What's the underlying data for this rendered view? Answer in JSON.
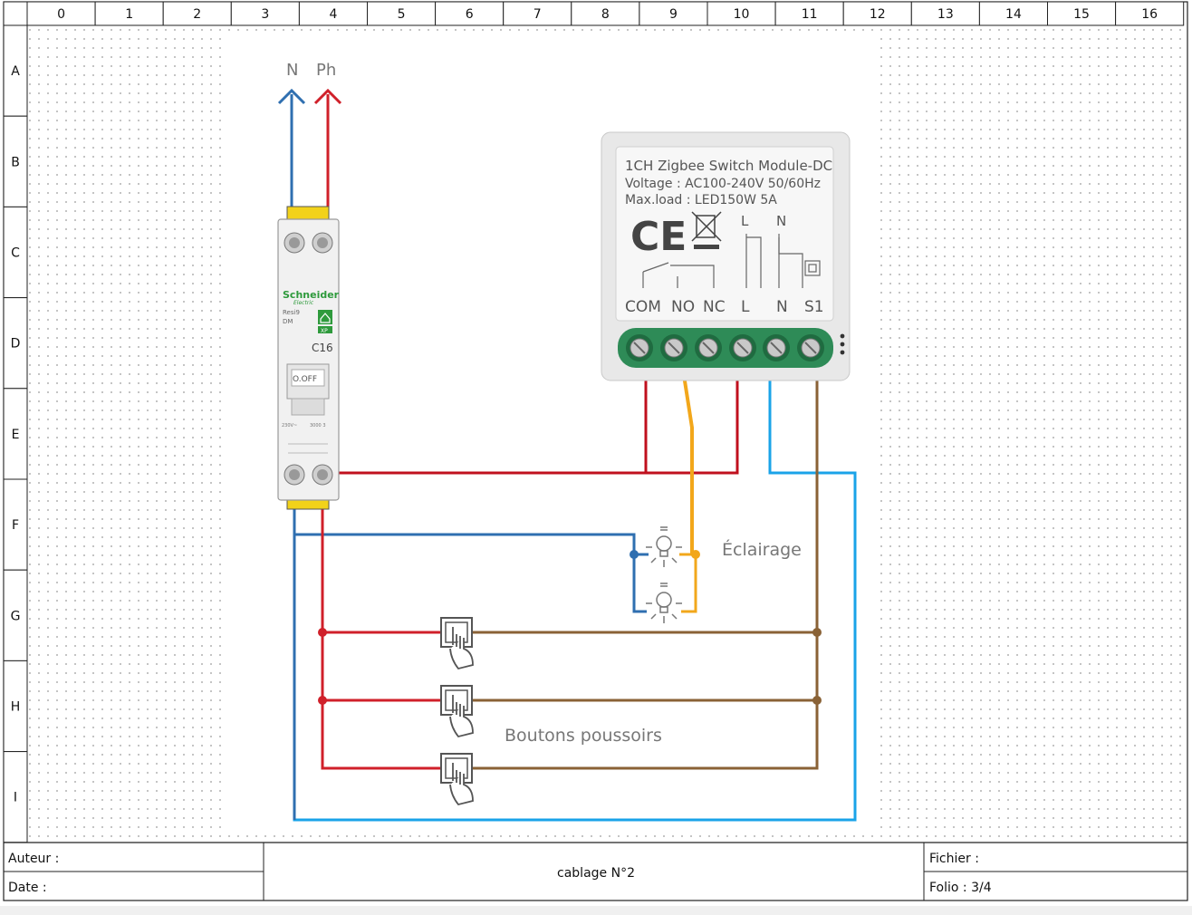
{
  "grid": {
    "columns": [
      "0",
      "1",
      "2",
      "3",
      "4",
      "5",
      "6",
      "7",
      "8",
      "9",
      "10",
      "11",
      "12",
      "13",
      "14",
      "15",
      "16"
    ],
    "rows": [
      "A",
      "B",
      "C",
      "D",
      "E",
      "F",
      "G",
      "H",
      "I"
    ]
  },
  "supply": {
    "neutral_label": "N",
    "phase_label": "Ph",
    "neutral_color": "#2f6fb0",
    "phase_color": "#d0202a"
  },
  "breaker": {
    "brand": "Schneider",
    "brand_sub": "Electric",
    "range": "Resi9",
    "type": "DM",
    "xp_badge": "XP",
    "rating": "C16",
    "switch_label": "O.OFF",
    "spec_left": "230V~",
    "spec_right": "3000 3"
  },
  "module": {
    "title": "1CH Zigbee Switch Module-DC",
    "voltage": "Voltage : AC100-240V 50/60Hz",
    "maxload": "Max.load : LED150W 5A",
    "ce_mark": "CE",
    "top_l": "L",
    "top_n": "N",
    "terminals": [
      "COM",
      "NO",
      "NC",
      "L",
      "N",
      "S1"
    ]
  },
  "labels": {
    "lighting": "Éclairage",
    "pushbuttons": "Boutons poussoirs"
  },
  "wire_colors": {
    "phase": "#c0101e",
    "neutral": "#1aa3e8",
    "neutral_dark": "#2f6fb0",
    "switched": "#f2a71b",
    "pushbutton": "#8a6236"
  },
  "footer": {
    "author_label": "Auteur :",
    "date_label": "Date :",
    "title": "cablage N°2",
    "file_label": "Fichier :",
    "folio_label": "Folio : 3/4"
  }
}
